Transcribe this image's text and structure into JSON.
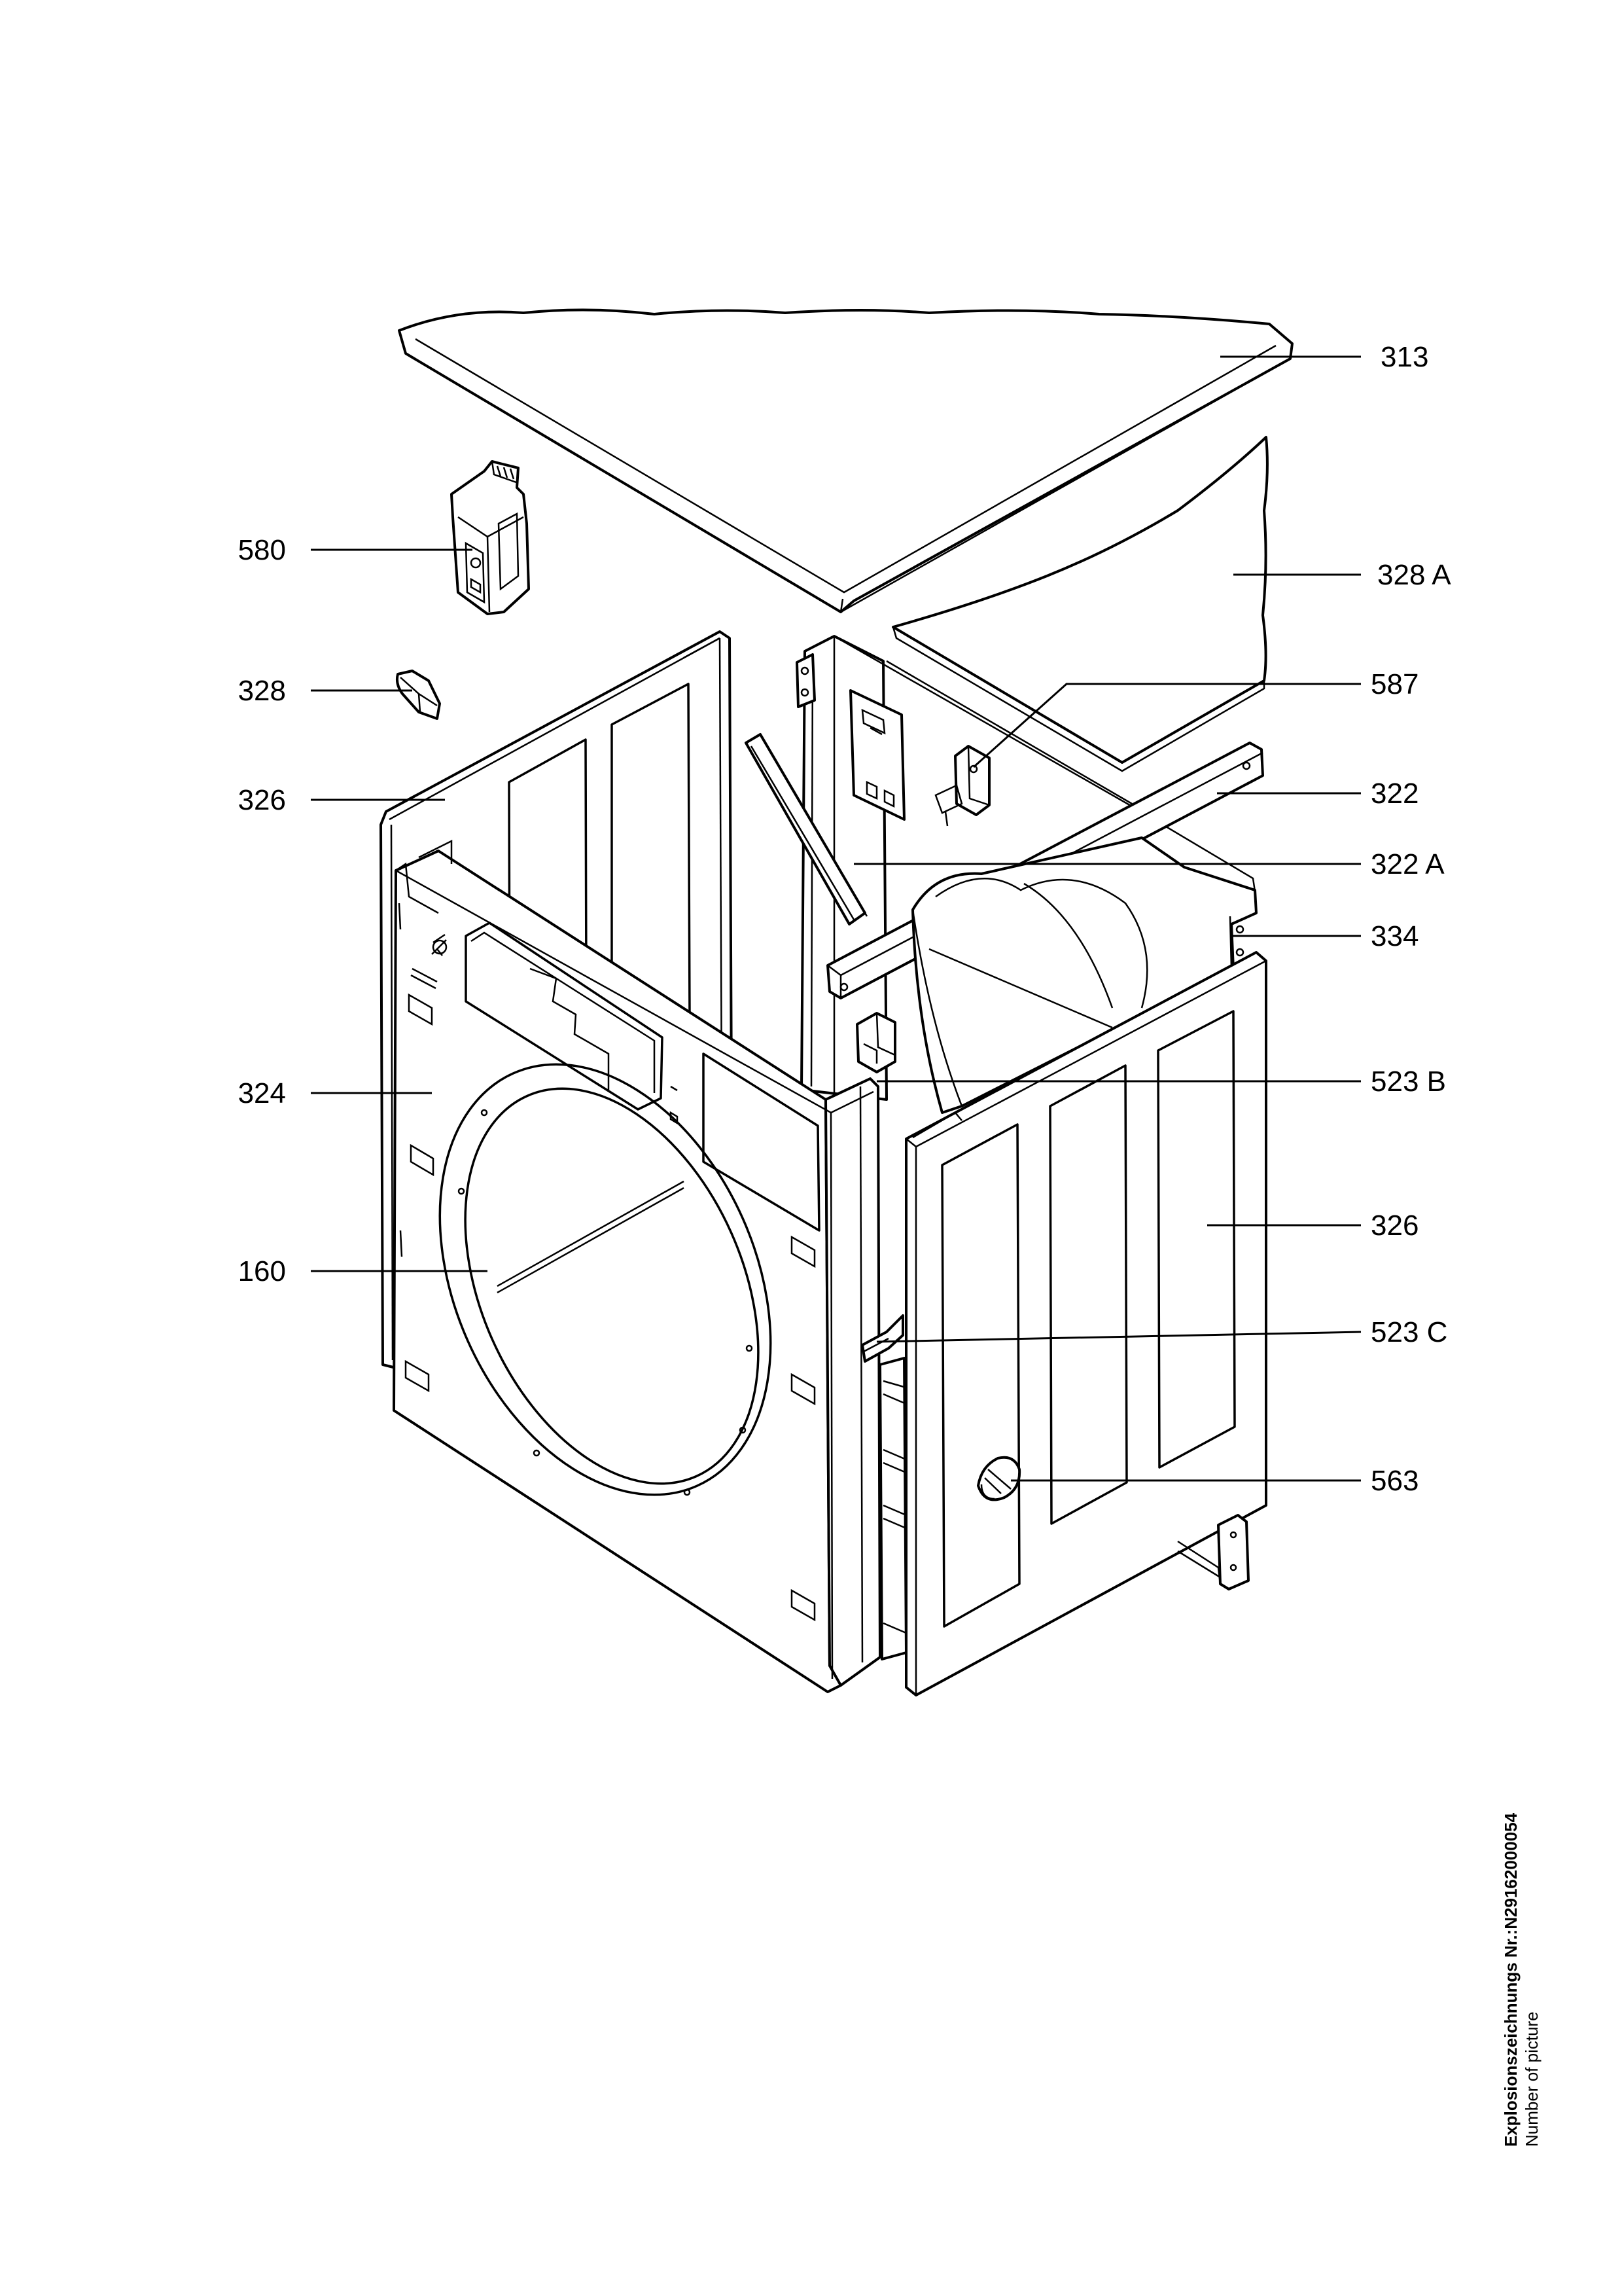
{
  "callouts": [
    {
      "id": "313",
      "text": "313"
    },
    {
      "id": "580",
      "text": "580"
    },
    {
      "id": "328a",
      "text": "328 A"
    },
    {
      "id": "587",
      "text": "587"
    },
    {
      "id": "328",
      "text": "328"
    },
    {
      "id": "326-left",
      "text": "326"
    },
    {
      "id": "322",
      "text": "322"
    },
    {
      "id": "322a",
      "text": "322 A"
    },
    {
      "id": "334",
      "text": "334"
    },
    {
      "id": "324",
      "text": "324"
    },
    {
      "id": "523b",
      "text": "523 B"
    },
    {
      "id": "326-right",
      "text": "326"
    },
    {
      "id": "160",
      "text": "160"
    },
    {
      "id": "523c",
      "text": "523 C"
    },
    {
      "id": "563",
      "text": "563"
    }
  ],
  "footer": {
    "line1": "Explosionszeichnungs Nr.:N29162000054",
    "line2": "Number of picture"
  }
}
